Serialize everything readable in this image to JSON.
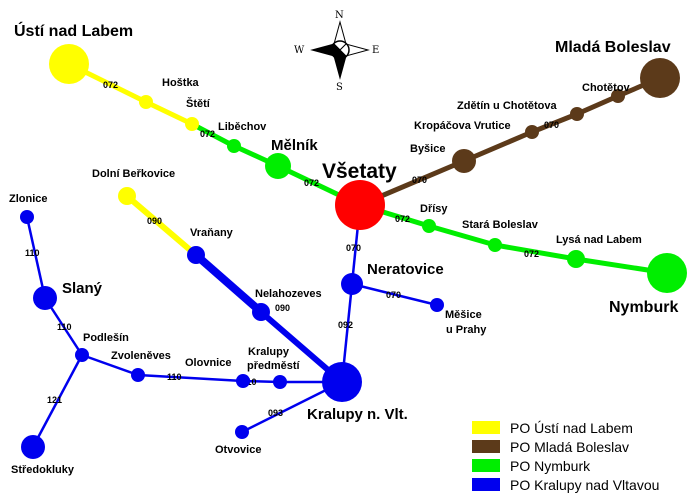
{
  "compass": {
    "n": "N",
    "s": "S",
    "w": "W",
    "e": "E"
  },
  "colors": {
    "usti": "#ffff00",
    "mlada": "#5c3a1a",
    "nymburk": "#00ee00",
    "kralupy": "#0000ee",
    "hub": "#ff0000"
  },
  "stations": {
    "usti": "Ústí nad Labem",
    "hostka": "Hoštka",
    "steti": "Štětí",
    "libechov": "Liběchov",
    "melnik": "Mělník",
    "vsetaty": "Všetaty",
    "mlada": "Mladá Boleslav",
    "chotetov": "Chotětov",
    "zdetin": "Zdětín u Chotětova",
    "kropacova": "Kropáčova Vrutice",
    "bysice": "Byšice",
    "drisy": "Dřísy",
    "stara_boleslav": "Stará Boleslav",
    "lysa": "Lysá nad Labem",
    "nymburk": "Nymburk",
    "dolni": "Dolní Beřkovice",
    "vranany": "Vraňany",
    "neratovice": "Neratovice",
    "mesice_1": "Měšice",
    "mesice_2": "u Prahy",
    "nelahozeves": "Nelahozeves",
    "zlonice": "Zlonice",
    "slany": "Slaný",
    "podlesin": "Podlešín",
    "zvolenoves": "Zvoleněves",
    "olovnice": "Olovnice",
    "kp_1": "Kralupy",
    "kp_2": "předměstí",
    "kralupy": "Kralupy n. Vlt.",
    "otvovice": "Otvovice",
    "stredokluky": "Středokluky"
  },
  "line_numbers": {
    "l072_usti_hostka": "072",
    "l072_steti_libechov": "072",
    "l072_melnik_vsetaty": "072",
    "l070_bysice": "070",
    "l070_kropacova": "070",
    "l072_drisy": "072",
    "l072_lysa": "072",
    "l090_dolni": "090",
    "l070_vsetaty_neratovice": "070",
    "l070_neratovice_mesice": "070",
    "l090_nelahozeves": "090",
    "l092": "092",
    "l110_zlonice": "110",
    "l110_slany": "110",
    "l110_olovnice": "110",
    "l110_kp": "110",
    "l121": "121",
    "l093": "093"
  },
  "legend": [
    {
      "label": "PO Ústí nad Labem",
      "color": "#ffff00"
    },
    {
      "label": "PO Mladá Boleslav",
      "color": "#5c3a1a"
    },
    {
      "label": "PO Nymburk",
      "color": "#00ee00"
    },
    {
      "label": "PO Kralupy nad Vltavou",
      "color": "#0000ee"
    }
  ]
}
